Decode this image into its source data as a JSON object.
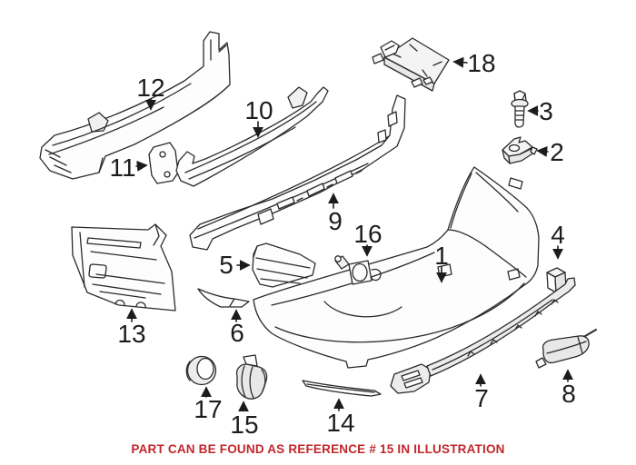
{
  "figure": {
    "callouts": [
      {
        "num": "1"
      },
      {
        "num": "2"
      },
      {
        "num": "3"
      },
      {
        "num": "4"
      },
      {
        "num": "5"
      },
      {
        "num": "6"
      },
      {
        "num": "7"
      },
      {
        "num": "8"
      },
      {
        "num": "9"
      },
      {
        "num": "10"
      },
      {
        "num": "11"
      },
      {
        "num": "12"
      },
      {
        "num": "13"
      },
      {
        "num": "14"
      },
      {
        "num": "15"
      },
      {
        "num": "16"
      },
      {
        "num": "17"
      },
      {
        "num": "18"
      }
    ]
  },
  "footer": {
    "note": "PART CAN BE FOUND AS REFERENCE # 15 IN ILLUSTRATION"
  },
  "colors": {
    "note_text": "#C2262B",
    "line_art": "#2A2A2A",
    "background": "#FFFFFF"
  }
}
